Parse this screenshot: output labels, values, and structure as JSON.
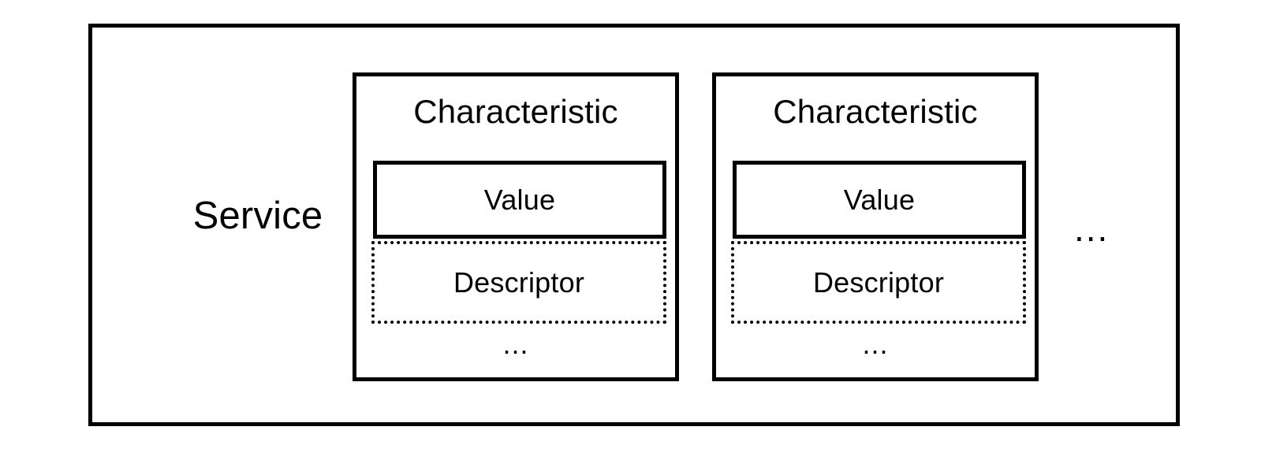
{
  "diagram": {
    "title_text": "Service",
    "service": {
      "label": "Service",
      "trailing_ellipsis": "...",
      "characteristics": [
        {
          "label": "Characteristic",
          "value": {
            "label": "Value",
            "border_style": "solid"
          },
          "descriptor": {
            "label": "Descriptor",
            "border_style": "dotted"
          },
          "ellipsis": "..."
        },
        {
          "label": "Characteristic",
          "value": {
            "label": "Value",
            "border_style": "solid"
          },
          "descriptor": {
            "label": "Descriptor",
            "border_style": "dotted"
          },
          "ellipsis": "..."
        }
      ]
    },
    "colors": {
      "background": "#ffffff",
      "stroke": "#000000",
      "text": "#000000"
    }
  }
}
